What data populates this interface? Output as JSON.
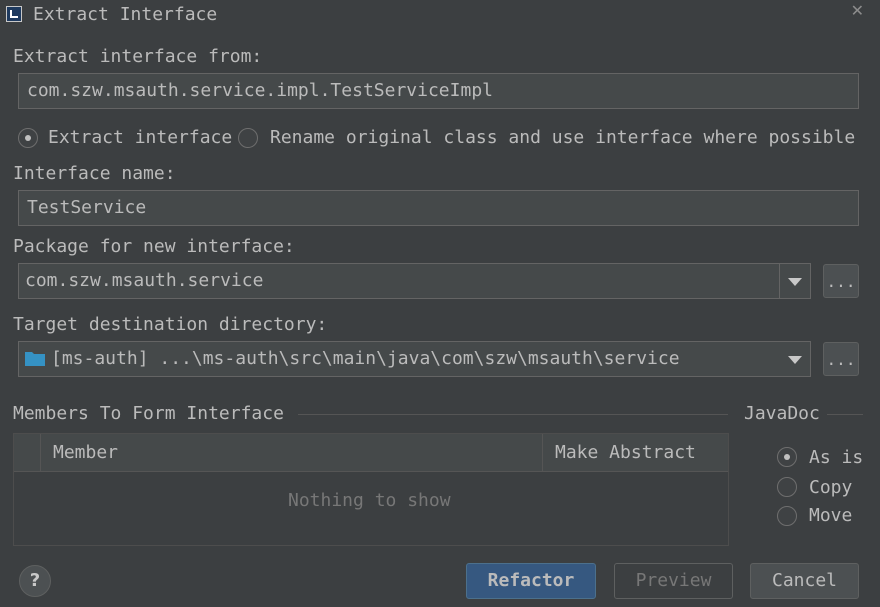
{
  "window": {
    "title": "Extract Interface"
  },
  "extract_from": {
    "label": "Extract interface from:",
    "value": "com.szw.msauth.service.impl.TestServiceImpl"
  },
  "mode": {
    "extract_label": "Extract interface",
    "rename_label": "Rename original class and use interface where possible",
    "selected": "extract"
  },
  "interface_name": {
    "label": "Interface name:",
    "value": "TestService"
  },
  "package": {
    "label": "Package for new interface:",
    "value": "com.szw.msauth.service",
    "browse": "..."
  },
  "target_dir": {
    "label": "Target destination directory:",
    "value": "[ms-auth] ...\\ms-auth\\src\\main\\java\\com\\szw\\msauth\\service",
    "browse": "..."
  },
  "members": {
    "section_title": "Members To Form Interface",
    "columns": [
      "Member",
      "Make Abstract"
    ],
    "empty_text": "Nothing to show"
  },
  "javadoc": {
    "section_title": "JavaDoc",
    "options": [
      "As is",
      "Copy",
      "Move"
    ],
    "selected": "As is"
  },
  "buttons": {
    "help": "?",
    "refactor": "Refactor",
    "preview": "Preview",
    "cancel": "Cancel"
  },
  "colors": {
    "background": "#3c3f41",
    "field": "#45494a",
    "primary": "#365880",
    "folder": "#3592c4"
  }
}
